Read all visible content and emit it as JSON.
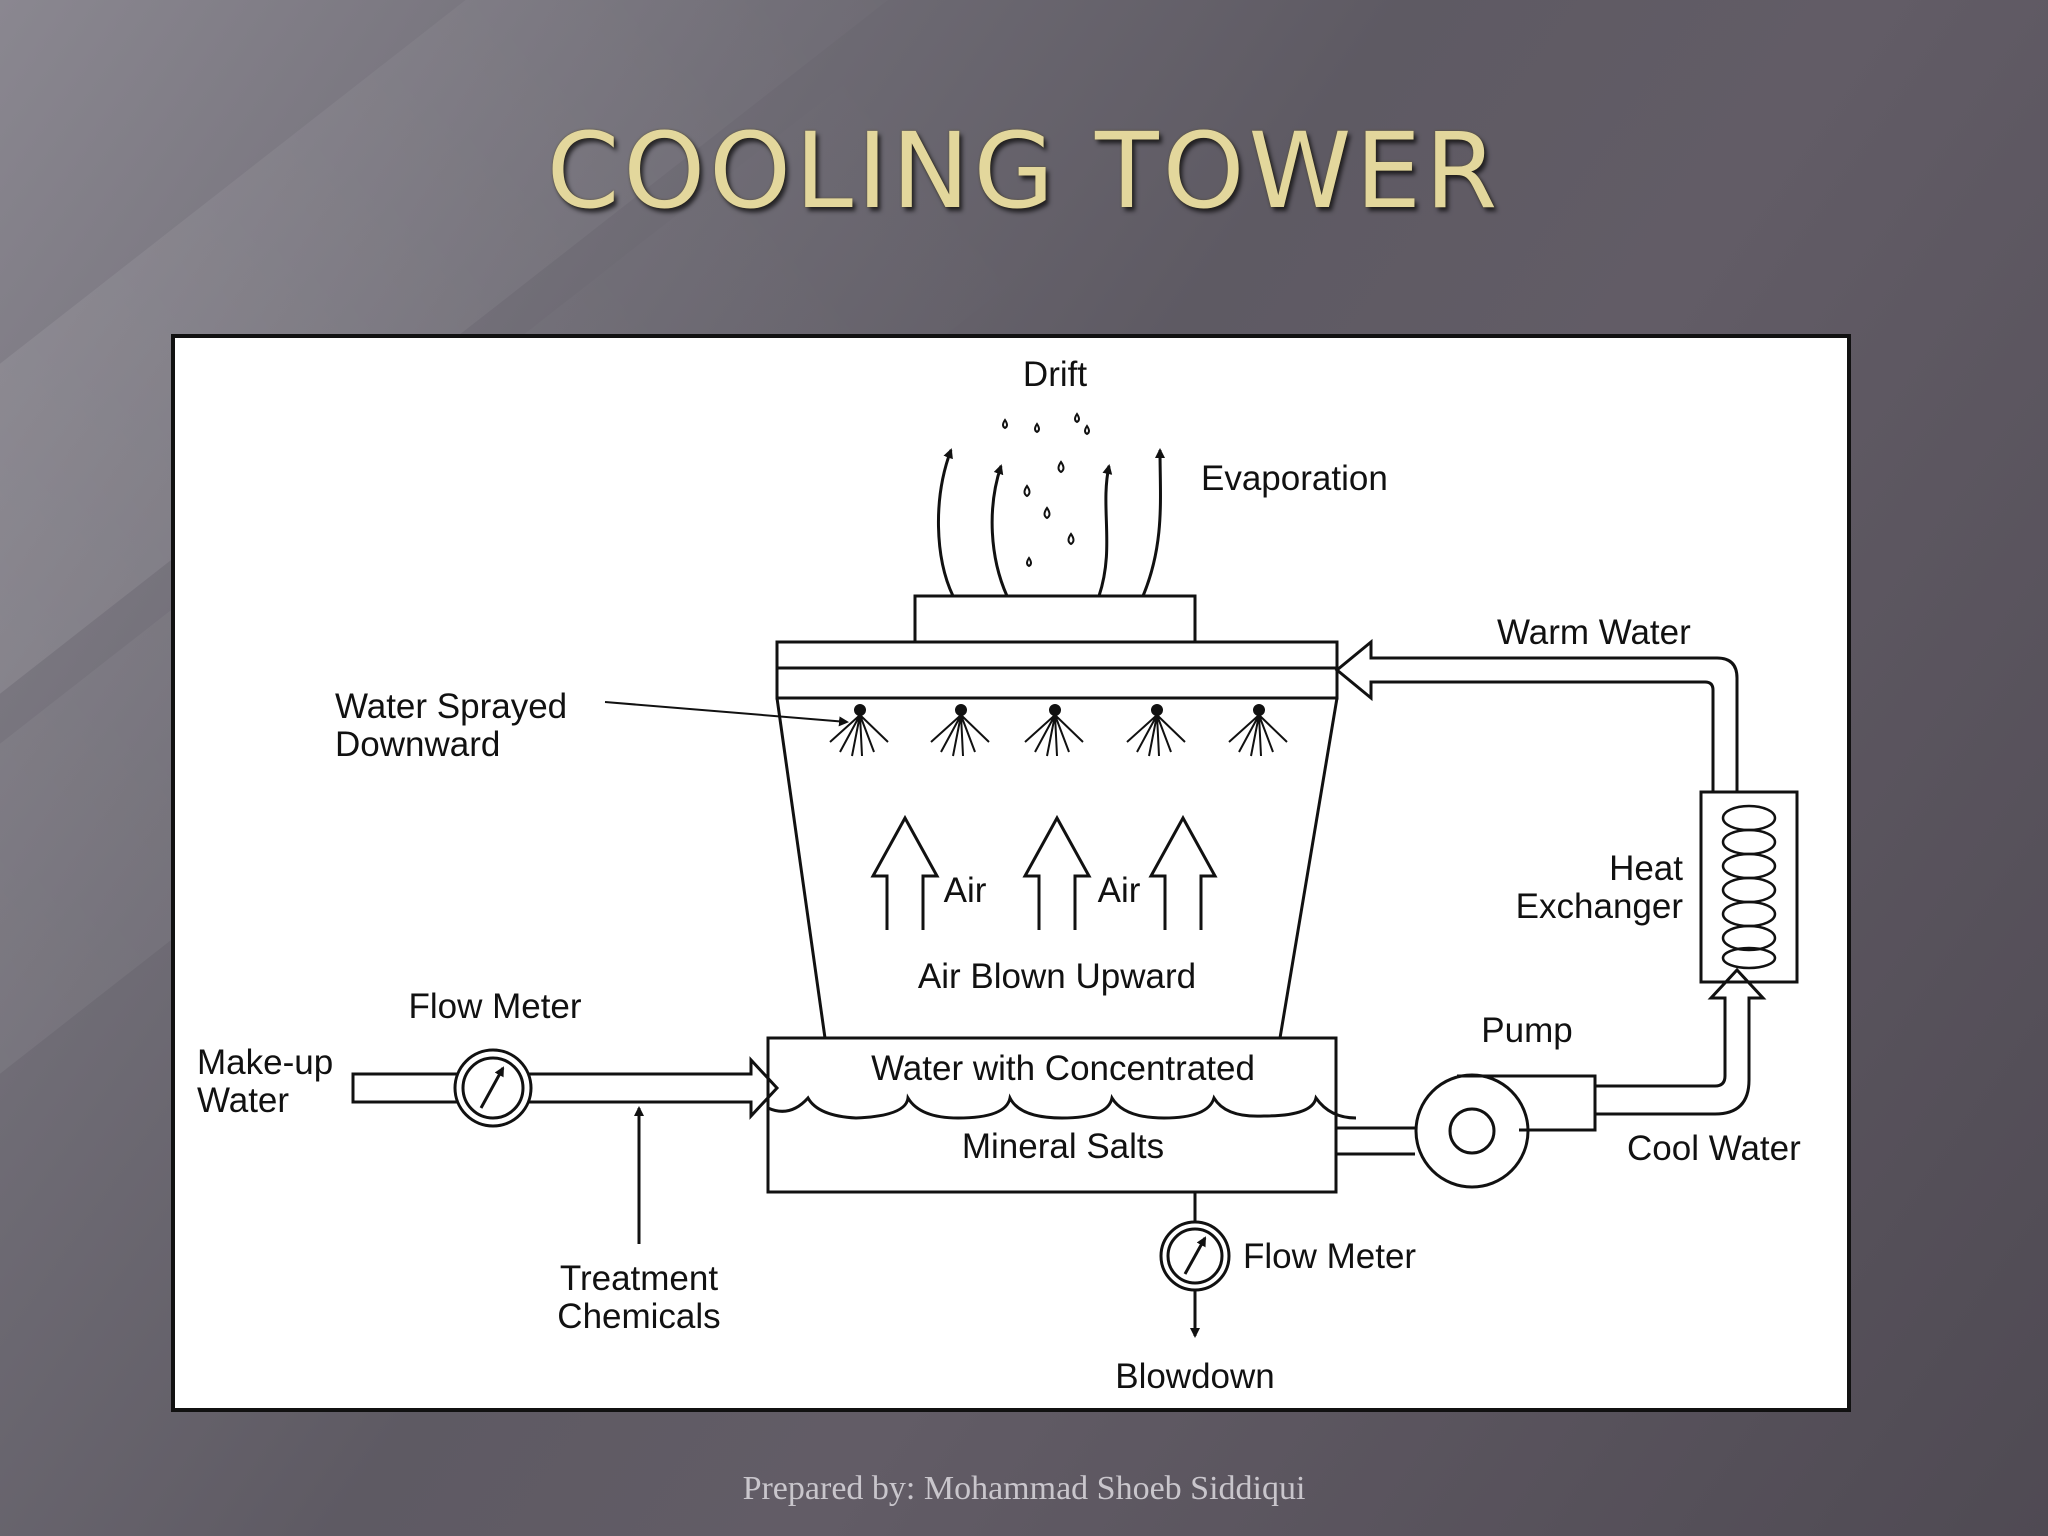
{
  "slide": {
    "title": "COOLING TOWER",
    "footer": "Prepared by: Mohammad Shoeb Siddiqui"
  },
  "diagram": {
    "labels": {
      "drift": "Drift",
      "evaporation": "Evaporation",
      "warm_water": "Warm Water",
      "water_sprayed_line1": "Water Sprayed",
      "water_sprayed_line2": "Downward",
      "air_1": "Air",
      "air_2": "Air",
      "air_blown_upward": "Air Blown Upward",
      "heat_exchanger_line1": "Heat",
      "heat_exchanger_line2": "Exchanger",
      "flow_meter_top": "Flow Meter",
      "makeup_line1": "Make-up",
      "makeup_line2": "Water",
      "basin_line1": "Water with Concentrated",
      "basin_line2": "Mineral Salts",
      "pump": "Pump",
      "cool_water": "Cool Water",
      "treatment_line1": "Treatment",
      "treatment_line2": "Chemicals",
      "flow_meter_bottom": "Flow Meter",
      "blowdown": "Blowdown"
    }
  },
  "colors": {
    "title": "#e3d79c",
    "ink": "#111111",
    "panel": "#ffffff"
  }
}
